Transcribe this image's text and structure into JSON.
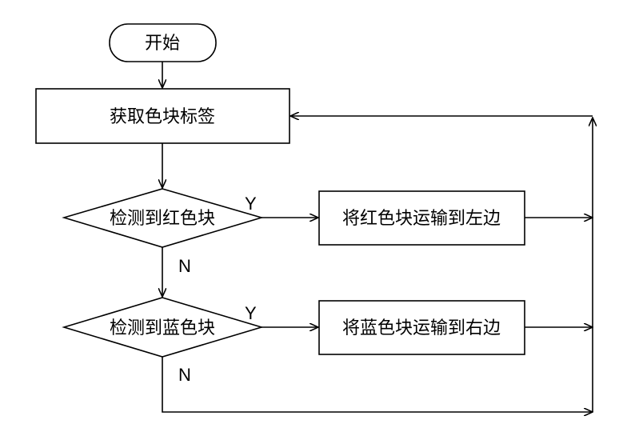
{
  "nodes": {
    "start": "开始",
    "get_label": "获取色块标签",
    "detect_red": "检测到红色块",
    "detect_blue": "检测到蓝色块",
    "move_red": "将红色块运输到左边",
    "move_blue": "将蓝色块运输到右边"
  },
  "edge_labels": {
    "red_yes": "Y",
    "red_no": "N",
    "blue_yes": "Y",
    "blue_no": "N"
  }
}
